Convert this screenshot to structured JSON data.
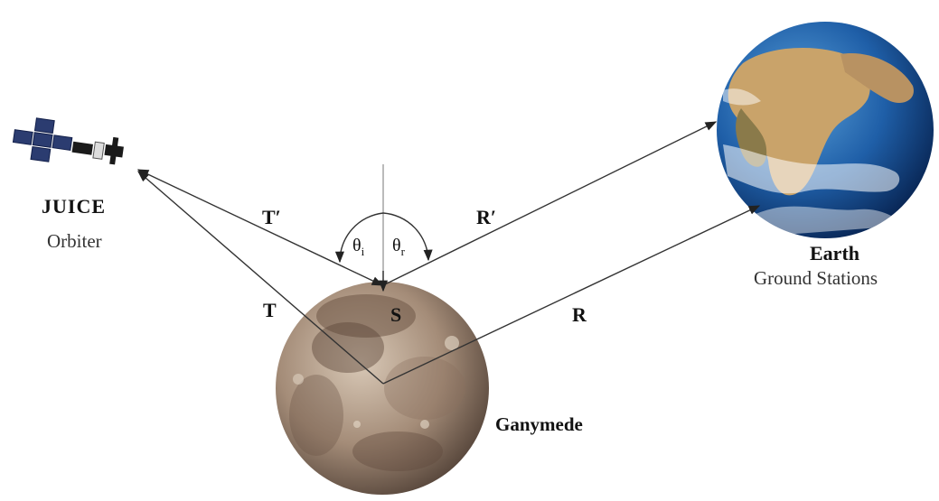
{
  "orbiter": {
    "name": "JUICE",
    "subtitle": "Orbiter"
  },
  "earth": {
    "name": "Earth",
    "subtitle": "Ground Stations"
  },
  "moon": {
    "name": "Ganymede"
  },
  "vectors": {
    "T_prime": "T′",
    "R_prime": "R′",
    "T": "T",
    "R": "R",
    "S": "S"
  },
  "angles": {
    "incidence": {
      "symbol": "θ",
      "sub": "i"
    },
    "reflection": {
      "symbol": "θ",
      "sub": "r"
    }
  },
  "icons": [
    "satellite-icon",
    "earth-globe-icon",
    "ganymede-moon-icon"
  ],
  "colors": {
    "line": "#333333",
    "ocean": "#1f5fa8",
    "land": "#c9a36a",
    "moon": "#b09a88"
  }
}
